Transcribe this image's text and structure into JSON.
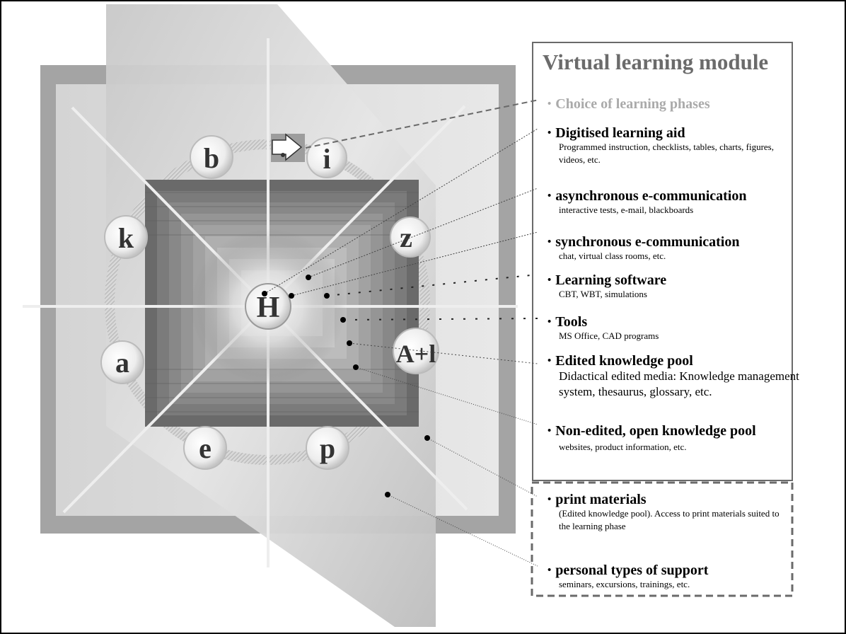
{
  "diagram": {
    "center_label": "H",
    "arrow_label": "i",
    "circle_labels": [
      "b",
      "k",
      "z",
      "a",
      "A+l",
      "e",
      "p"
    ]
  },
  "panel": {
    "title": "Virtual learning module",
    "items": [
      {
        "heading": "Choice of learning phases",
        "desc": ""
      },
      {
        "heading": "Digitised learning aid",
        "desc": "Programmed instruction, checklists, tables, charts, figures, videos, etc."
      },
      {
        "heading": "asynchronous e-communication",
        "desc": "interactive tests, e-mail, blackboards"
      },
      {
        "heading": "synchronous e-communication",
        "desc": "chat, virtual class rooms, etc."
      },
      {
        "heading": "Learning software",
        "desc": "CBT, WBT, simulations"
      },
      {
        "heading": "Tools",
        "desc": "MS Office, CAD programs"
      },
      {
        "heading": "Edited knowledge pool",
        "desc": "Didactical edited media: Knowledge management system, thesaurus, glossary, etc."
      },
      {
        "heading": "Non-edited, open knowledge pool",
        "desc": "websites, product information, etc."
      }
    ]
  },
  "support": {
    "items": [
      {
        "heading": "print materials",
        "desc": "(Edited knowledge pool). Access to print materials suited to the learning phase"
      },
      {
        "heading": "personal types of support",
        "desc": "seminars, excursions, trainings, etc."
      }
    ]
  },
  "bullet": "•"
}
